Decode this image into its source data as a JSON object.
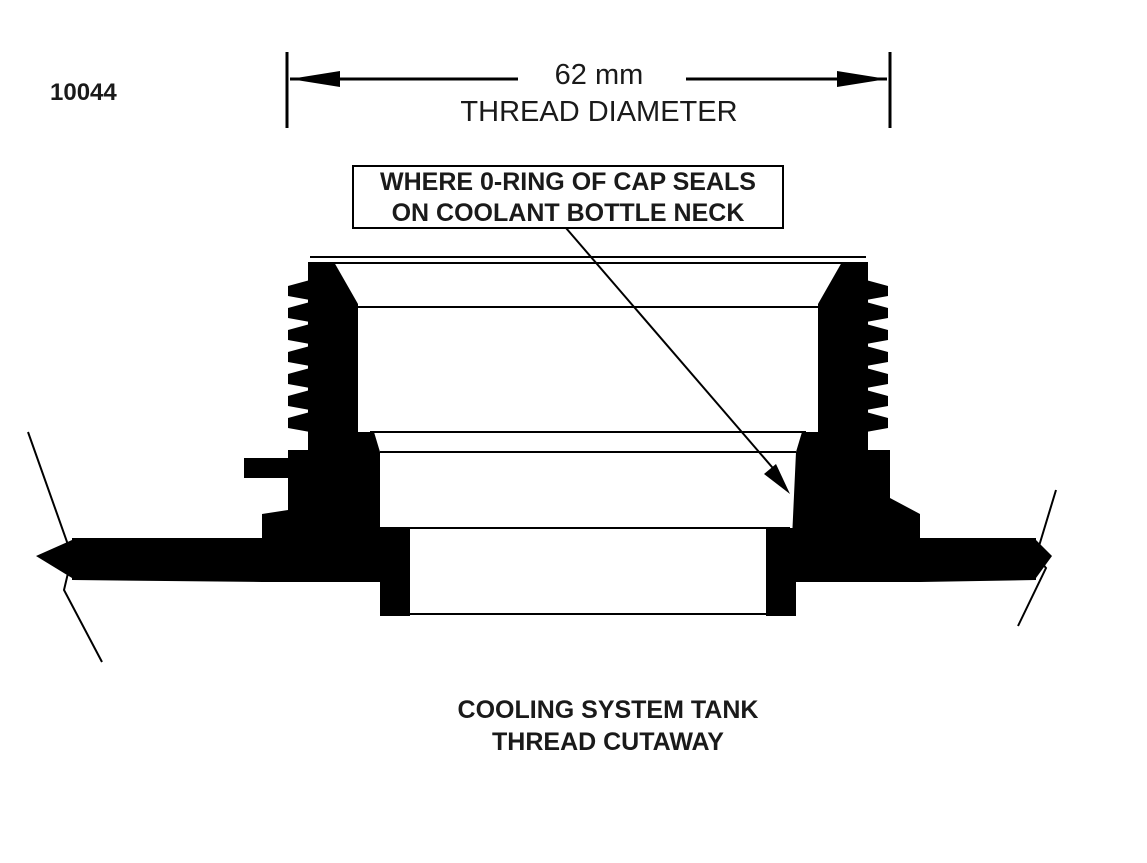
{
  "figure_id": "10044",
  "dimension": {
    "value": "62 mm",
    "label": "THREAD DIAMETER"
  },
  "callout": {
    "line1": "WHERE 0-RING OF CAP SEALS",
    "line2": "ON COOLANT BOTTLE NECK"
  },
  "caption": {
    "line1": "COOLING SYSTEM TANK",
    "line2": "THREAD CUTAWAY"
  },
  "colors": {
    "ink": "#000000",
    "paper": "#ffffff"
  }
}
